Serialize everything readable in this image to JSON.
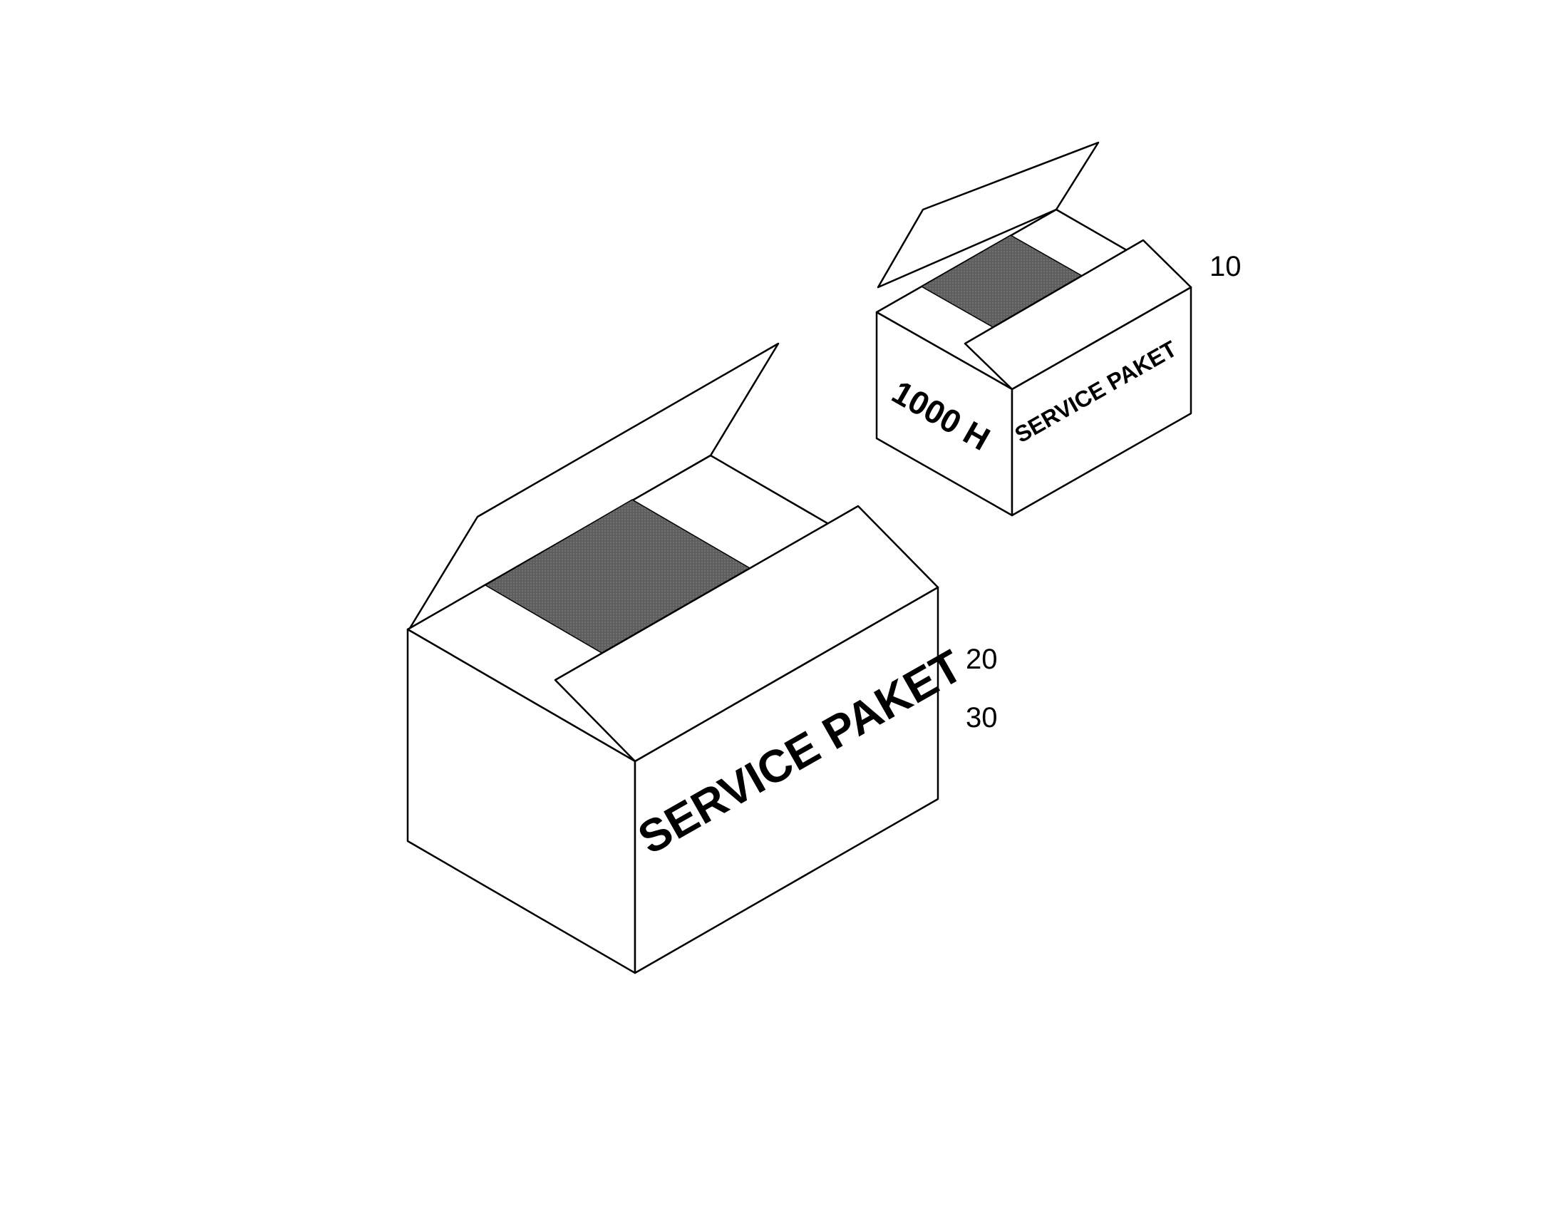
{
  "colors": {
    "tape": "#5a5a5a",
    "line": "#000000",
    "background": "#ffffff"
  },
  "small_box": {
    "side_text": "1000 H",
    "front_text": "SERVICE PAKET",
    "reference": "10"
  },
  "large_box": {
    "front_text": "SERVICE PAKET",
    "reference_top": "20",
    "reference_bottom": "30"
  }
}
